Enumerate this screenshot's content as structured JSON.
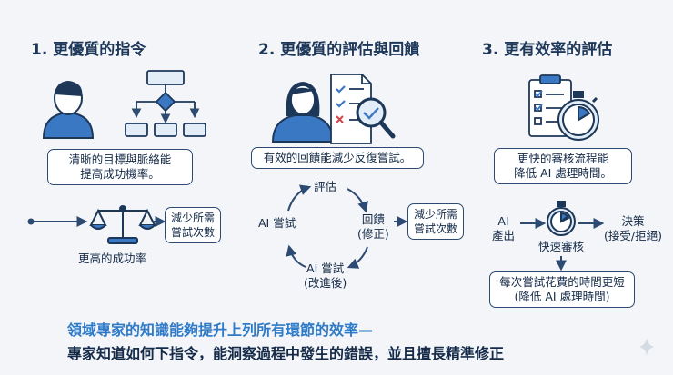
{
  "columns": [
    {
      "heading": "1. 更優質的指令",
      "box_line1": "清晰的目標與脈絡能",
      "box_line2": "提高成功機率。",
      "side_box_line1": "減少所需",
      "side_box_line2": "嘗試次數",
      "bottom_label": "更高的成功率"
    },
    {
      "heading": "2. 更優質的評估與回饋",
      "box_text": "有效的回饋能減少反復嘗試。",
      "cycle": {
        "top": "評估",
        "right_line1": "回饋",
        "right_line2": "(修正)",
        "bottom_line1": "AI 嘗試",
        "bottom_line2": "(改進後)",
        "left": "AI 嘗試"
      },
      "side_box_line1": "減少所需",
      "side_box_line2": "嘗試次數"
    },
    {
      "heading": "3.  更有效率的評估",
      "box_line1": "更快的審核流程能",
      "box_line2": "降低 AI 處理時間。",
      "input_line1": "AI",
      "input_line2": "產出",
      "center_label": "快速審核",
      "output_line1": "決策",
      "output_line2": "(接受/拒絕)",
      "bottom_box_line1": "每次嘗試花費的時間更短",
      "bottom_box_line2": "(降低 AI 處理時間)"
    }
  ],
  "footer": {
    "line1": "領域專家的知識能夠提升上列所有環節的效率—",
    "line2": "專家知道如何下指令，能洞察過程中發生的錯誤，並且擅長精準修正"
  },
  "colors": {
    "navy": "#1d3759",
    "blue": "#3b78c3",
    "light_blue": "#e3edf8",
    "accent": "#2f7bc8"
  }
}
